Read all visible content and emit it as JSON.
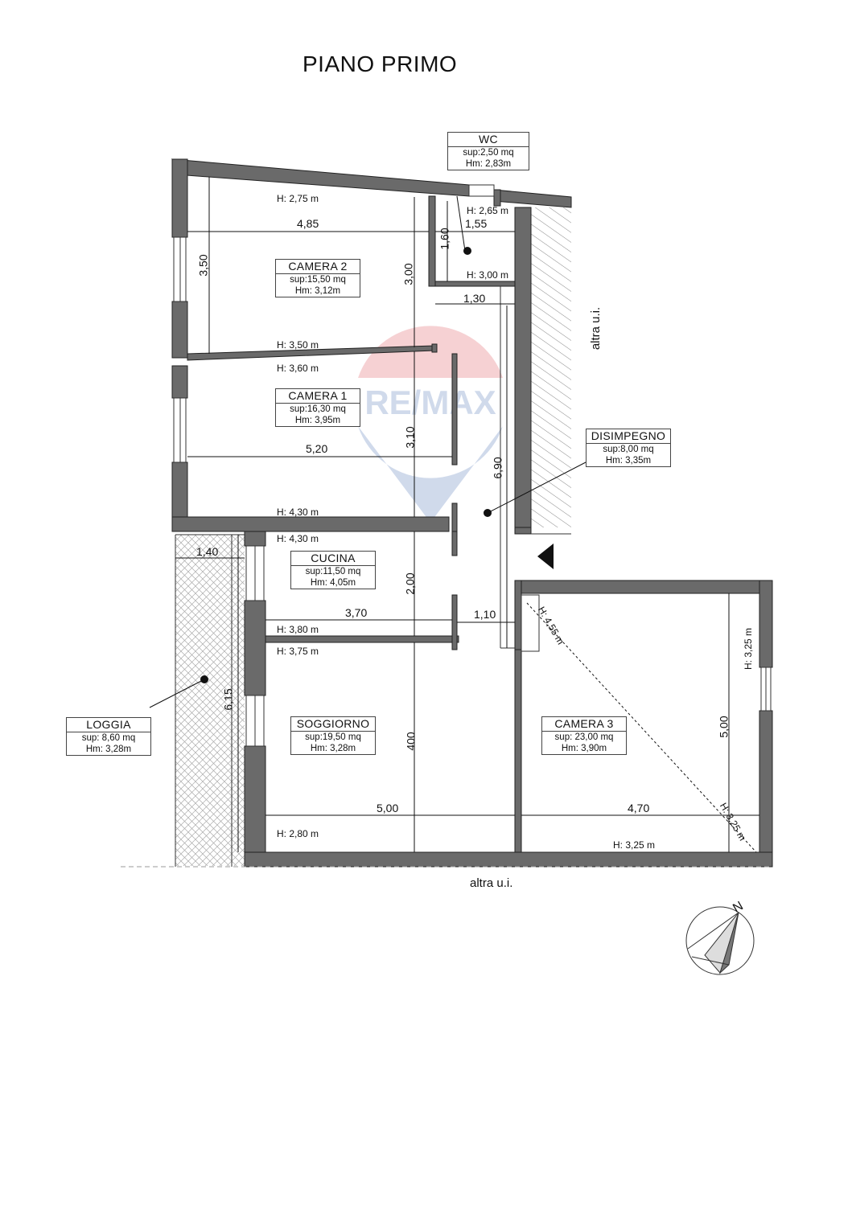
{
  "title": "PIANO PRIMO",
  "watermark": "RE/MAX",
  "north_label": "N",
  "neighbor_label_right": "altra u.i.",
  "neighbor_label_bottom": "altra u.i.",
  "rooms": {
    "wc": {
      "name": "WC",
      "sup": "sup:2,50 mq",
      "hm": "Hm: 2,83m"
    },
    "camera2": {
      "name": "CAMERA 2",
      "sup": "sup:15,50 mq",
      "hm": "Hm: 3,12m"
    },
    "camera1": {
      "name": "CAMERA 1",
      "sup": "sup:16,30 mq",
      "hm": "Hm: 3,95m"
    },
    "disimpegno": {
      "name": "DISIMPEGNO",
      "sup": "sup:8,00 mq",
      "hm": "Hm: 3,35m"
    },
    "cucina": {
      "name": "CUCINA",
      "sup": "sup:11,50 mq",
      "hm": "Hm: 4,05m"
    },
    "loggia": {
      "name": "LOGGIA",
      "sup": "sup: 8,60 mq",
      "hm": "Hm: 3,28m"
    },
    "soggiorno": {
      "name": "SOGGIORNO",
      "sup": "sup:19,50 mq",
      "hm": "Hm: 3,28m"
    },
    "camera3": {
      "name": "CAMERA 3",
      "sup": "sup: 23,00 mq",
      "hm": "Hm: 3,90m"
    }
  },
  "heights": {
    "cam2_top": "H: 2,75 m",
    "wc_top": "H: 2,65 m",
    "wc_bottom": "H: 3,00 m",
    "cam2_bottom": "H: 3,50 m",
    "cam1_top": "H: 3,60 m",
    "cam1_bottom": "H: 4,30 m",
    "cucina_top": "H: 4,30 m",
    "cucina_bottom": "H: 3,80 m",
    "sogg_top": "H: 3,75 m",
    "sogg_bottom": "H: 2,80 m",
    "cam3_diag": "H: 4,55 m",
    "cam3_right": "H: 3,25 m",
    "cam3_corner": "H: 3,25 m",
    "cam3_bottom": "H: 3,25 m"
  },
  "dimensions": {
    "cam2_width": "4,85",
    "wc_width": "1,55",
    "wc_height": "1,60",
    "cam2_depth": "3,50",
    "cam2_inner": "3,00",
    "corr_width": "1,30",
    "cam1_width": "5,20",
    "cam1_depth": "3,10",
    "dis_length": "6,90",
    "loggia_width": "1,40",
    "cucina_depth": "2,00",
    "cucina_width": "3,70",
    "dis_width": "1,10",
    "loggia_length": "6,15",
    "sogg_depth": "400",
    "sogg_width": "5,00",
    "cam3_depth": "5,00",
    "cam3_width": "4,70"
  }
}
